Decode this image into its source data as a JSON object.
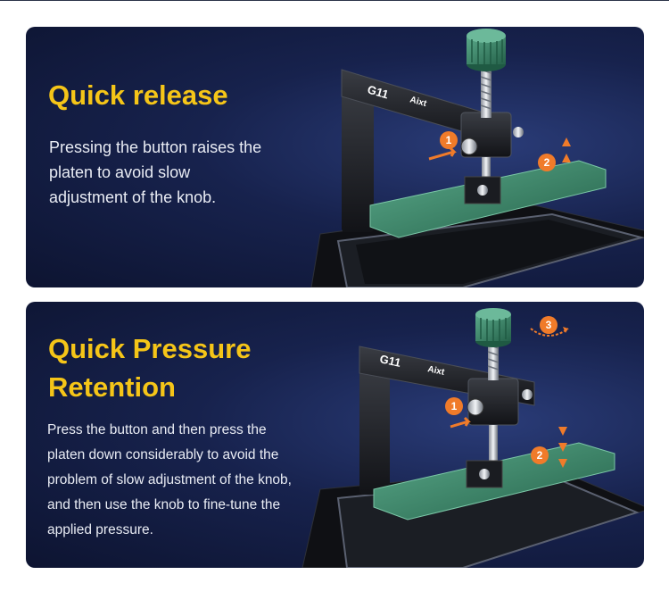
{
  "sections": [
    {
      "title": "Quick release",
      "description": "Pressing the button raises the platen to avoid slow adjustment of the knob.",
      "device_brand": "Aixt",
      "device_model": "G11",
      "markers": [
        "1",
        "2"
      ]
    },
    {
      "title": "Quick Pressure Retention",
      "description": "Press the button and then press the platen down considerably to avoid the problem of slow adjustment of the knob, and then use the knob to fine-tune the applied pressure.",
      "device_brand": "Aixt",
      "device_model": "G11",
      "markers": [
        "1",
        "2",
        "3"
      ]
    }
  ],
  "colors": {
    "title": "#f5c518",
    "text": "#e9ecf4",
    "marker": "#f07b2a",
    "platen": "#3f8a6e",
    "knob": "#2f7a5d",
    "panel_bg": "#17224d"
  }
}
